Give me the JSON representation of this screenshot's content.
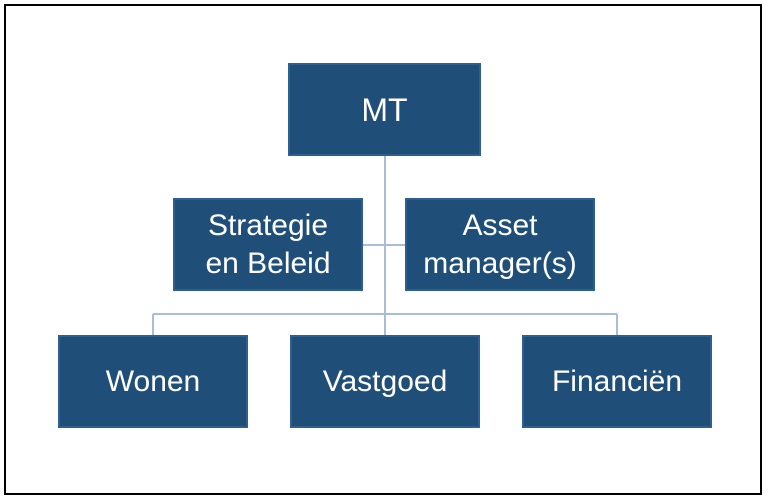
{
  "diagram": {
    "line_color": "#a9bdd6",
    "box_color": "#1f4e79",
    "nodes": {
      "mt": "MT",
      "strategie": "Strategie\nen Beleid",
      "asset": "Asset\nmanager(s)",
      "wonen": "Wonen",
      "vastgoed": "Vastgoed",
      "financien": "Financiën"
    }
  }
}
